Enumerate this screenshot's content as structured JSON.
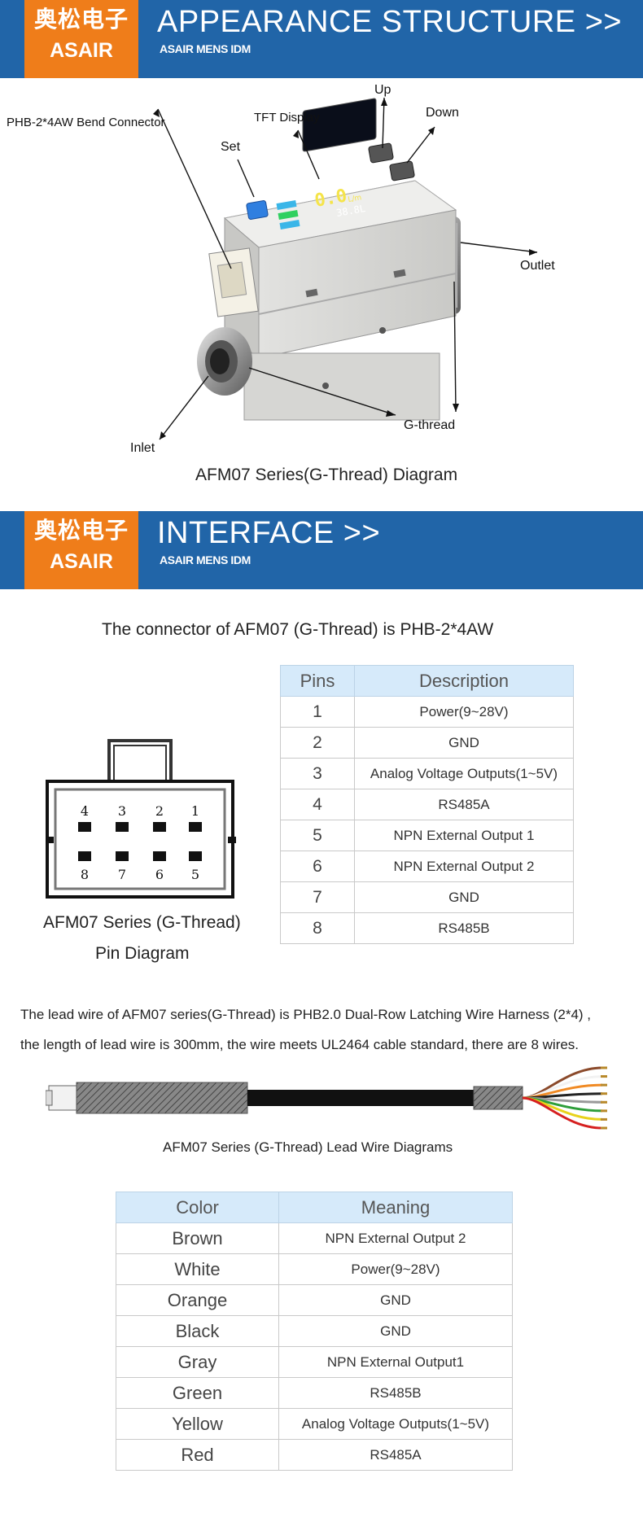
{
  "brand": {
    "cn": "奥松电子",
    "en": "ASAIR",
    "sub": "ASAIR MENS IDM"
  },
  "colors": {
    "banner": "#2165a8",
    "logo": "#ef7d1a",
    "table_header": "#d6eafa"
  },
  "section1": {
    "title": "APPEARANCE STRUCTURE >>"
  },
  "diagram": {
    "labels": {
      "connector": "PHB-2*4AW Bend Connector",
      "tft": "TFT Display",
      "set": "Set",
      "up": "Up",
      "down": "Down",
      "outlet": "Outlet",
      "gthread": "G-thread",
      "inlet": "Inlet"
    },
    "display": {
      "main": "0.0",
      "unit": "L/m",
      "sub": "38.8L"
    },
    "caption": "AFM07 Series(G-Thread) Diagram"
  },
  "section2": {
    "title": "INTERFACE >>"
  },
  "connector_note": "The connector of AFM07 (G-Thread) is PHB-2*4AW",
  "pin_diagram": {
    "top_numbers": [
      "4",
      "3",
      "2",
      "1"
    ],
    "bottom_numbers": [
      "8",
      "7",
      "6",
      "5"
    ],
    "caption_line1": "AFM07 Series (G-Thread)",
    "caption_line2": "Pin Diagram"
  },
  "pins_table": {
    "headers": [
      "Pins",
      "Description"
    ],
    "rows": [
      [
        "1",
        "Power(9~28V)"
      ],
      [
        "2",
        "GND"
      ],
      [
        "3",
        "Analog Voltage Outputs(1~5V)"
      ],
      [
        "4",
        "RS485A"
      ],
      [
        "5",
        "NPN External Output 1"
      ],
      [
        "6",
        "NPN External Output 2"
      ],
      [
        "7",
        "GND"
      ],
      [
        "8",
        "RS485B"
      ]
    ]
  },
  "lead_wire": {
    "line1": "The lead wire of AFM07 series(G-Thread) is PHB2.0 Dual-Row Latching Wire Harness (2*4) ,",
    "line2": "the length of lead wire is 300mm, the wire meets UL2464 cable standard, there are 8 wires.",
    "caption": "AFM07 Series (G-Thread)  Lead Wire Diagrams",
    "wire_colors": [
      "#8b4a2b",
      "#f2f2f2",
      "#f08a24",
      "#222222",
      "#9a9a9a",
      "#2e9e3a",
      "#e8d21a",
      "#d62020"
    ]
  },
  "color_table": {
    "headers": [
      "Color",
      "Meaning"
    ],
    "rows": [
      [
        "Brown",
        "NPN External Output 2"
      ],
      [
        "White",
        "Power(9~28V)"
      ],
      [
        "Orange",
        "GND"
      ],
      [
        "Black",
        "GND"
      ],
      [
        "Gray",
        "NPN External Output1"
      ],
      [
        "Green",
        "RS485B"
      ],
      [
        "Yellow",
        "Analog Voltage Outputs(1~5V)"
      ],
      [
        "Red",
        "RS485A"
      ]
    ]
  }
}
